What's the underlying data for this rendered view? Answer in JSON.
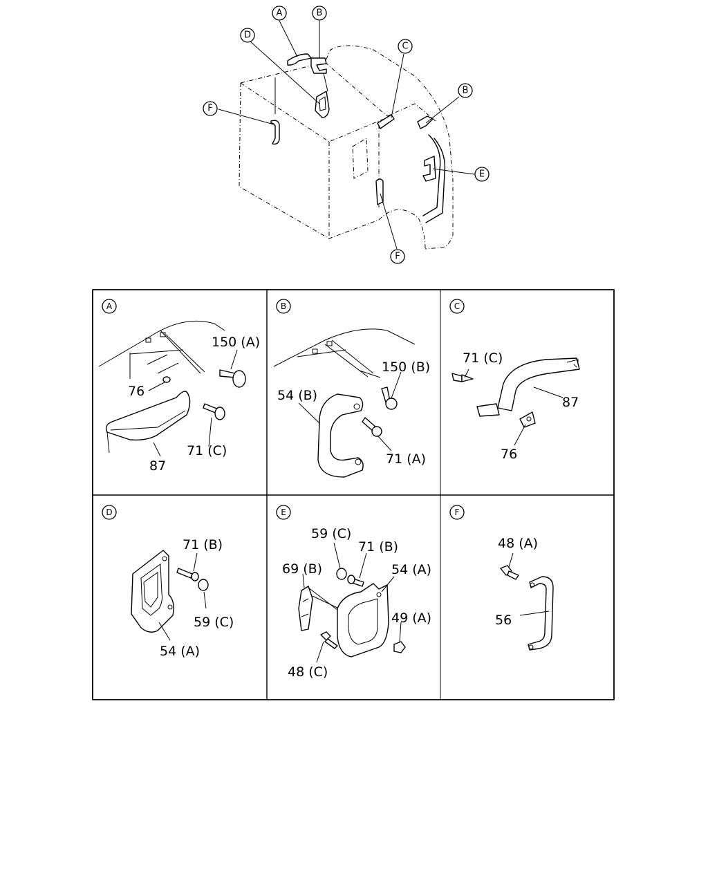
{
  "overview": {
    "callouts": [
      "A",
      "B",
      "D",
      "C",
      "B",
      "F",
      "E",
      "F"
    ]
  },
  "panels": [
    {
      "letter": "A",
      "labels": [
        "150 (A)",
        "76",
        "71 (C)",
        "87"
      ]
    },
    {
      "letter": "B",
      "labels": [
        "150 (B)",
        "54 (B)",
        "71 (A)"
      ]
    },
    {
      "letter": "C",
      "labels": [
        "71 (C)",
        "87",
        "76"
      ]
    },
    {
      "letter": "D",
      "labels": [
        "71 (B)",
        "59 (C)",
        "54 (A)"
      ]
    },
    {
      "letter": "E",
      "labels": [
        "59 (C)",
        "71 (B)",
        "69 (B)",
        "54 (A)",
        "49 (A)",
        "48 (C)"
      ]
    },
    {
      "letter": "F",
      "labels": [
        "48 (A)",
        "56"
      ]
    }
  ]
}
